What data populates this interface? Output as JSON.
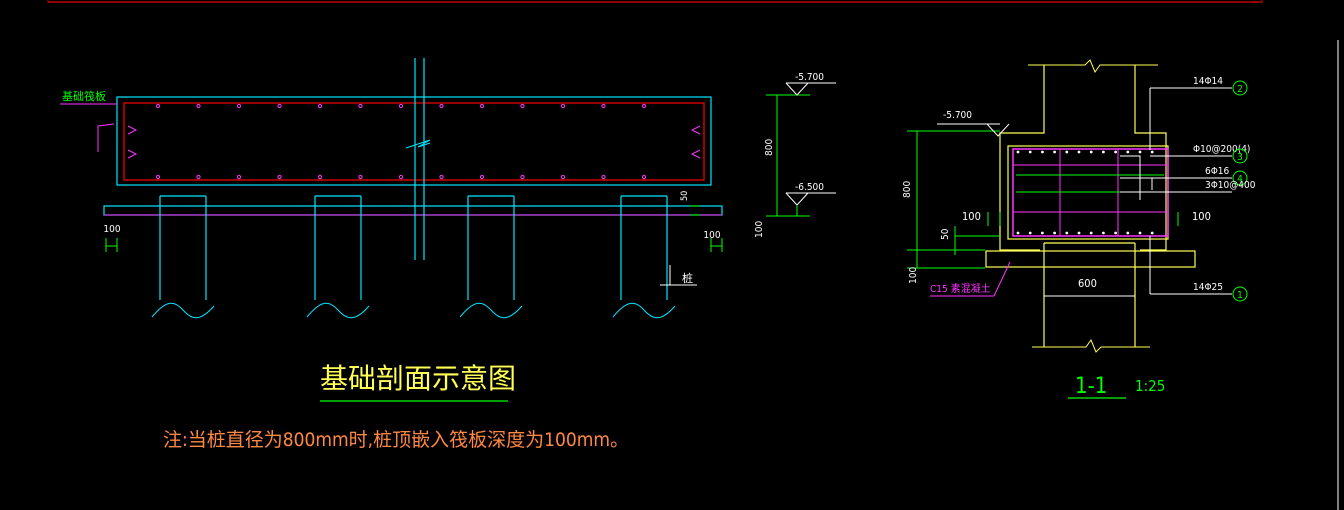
{
  "left_drawing": {
    "title": "基础剖面示意图",
    "note": "注:当桩直径为800mm时,桩顶嵌入筏板深度为100mm。",
    "raft_label": "基础筏板",
    "pile_label": "桩",
    "dim_100_left": "100",
    "dim_100_right": "100",
    "dim_50": "50"
  },
  "elevation_marker": {
    "top_level": "-5.700",
    "bottom_level": "-6.500",
    "height": "800",
    "bottom_dim": "100"
  },
  "section_1_1": {
    "title": "1-1",
    "scale": "1:25",
    "top_level": "-5.700",
    "height": "800",
    "dim_50": "50",
    "dim_100_bottom": "100",
    "dim_100_left": "100",
    "dim_100_right": "100",
    "width": "600",
    "cushion_label": "C15  素混凝土",
    "rebars": [
      {
        "label": "14Φ14",
        "num": "2"
      },
      {
        "label": "Φ10@200(4)",
        "num": "3"
      },
      {
        "label": "6Φ16",
        "num": "4"
      },
      {
        "label": "3Φ10@400",
        "num": ""
      },
      {
        "label": "14Φ25",
        "num": "1"
      }
    ]
  },
  "colors": {
    "background": "#000000",
    "cyan": "#00e5ff",
    "red": "#ff0000",
    "magenta": "#ff33ff",
    "yellow": "#ffff55",
    "green": "#00ff00",
    "white": "#ffffff",
    "note": "#ff8844"
  }
}
